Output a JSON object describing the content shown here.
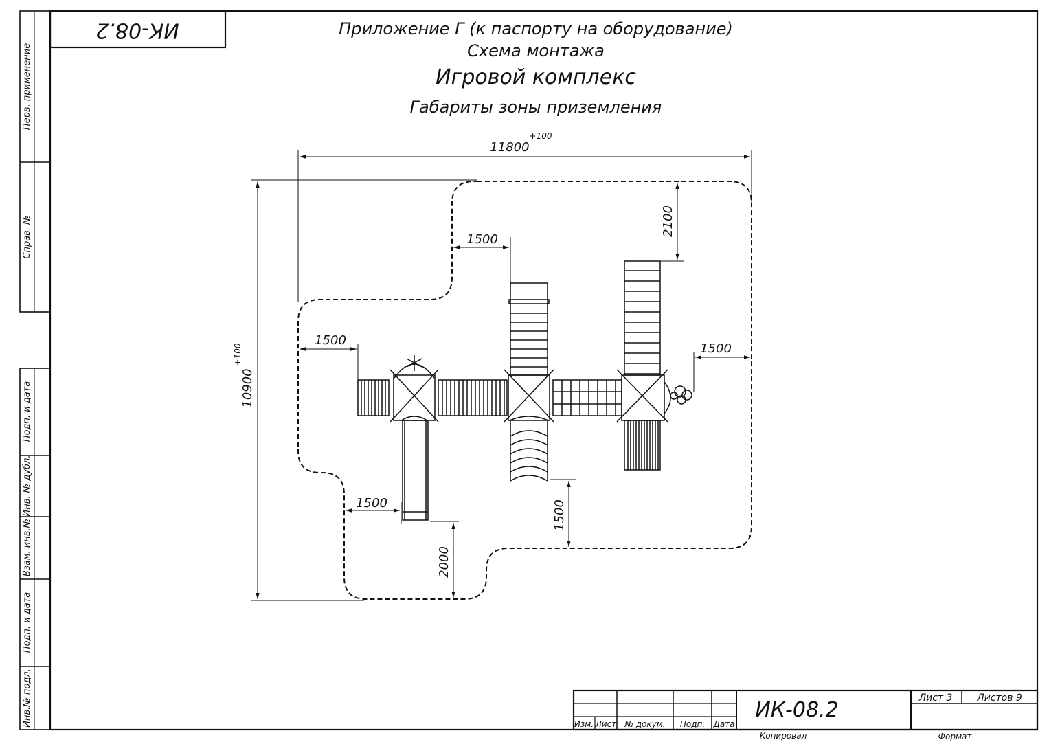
{
  "stamp": {
    "code_rotated": "ИК-08.2"
  },
  "title": {
    "line1": "Приложение Г (к паспорту на оборудование)",
    "line2": "Схема монтажа",
    "line3": "Игровой комплекс",
    "line4": "Габариты зоны приземления"
  },
  "dimensions": {
    "overall_width": "11800",
    "overall_width_tol": "+100",
    "overall_height": "10900",
    "overall_height_tol": "+100",
    "top_offset": "1500",
    "left_offset": "1500",
    "right_offset": "1500",
    "bottom_left_offset": "1500",
    "top_right_vertical": "2100",
    "bottom_center_vertical": "1500",
    "bottom_left_vertical": "2000"
  },
  "side_stamp": {
    "perv_primen": "Перв. применение",
    "sprav": "Справ. №",
    "podp_data_1": "Подп. и дата",
    "inv_dubl": "Инв. № дубл.",
    "vzam_inv": "Взам. инв.№",
    "podp_data_2": "Подп. и дата",
    "inv_podl": "Инв.№ подл."
  },
  "title_block": {
    "doc_code": "ИК-08.2",
    "izm": "Изм.",
    "list": "Лист",
    "n_dokum": "№ докум.",
    "podp": "Подп.",
    "data": "Дата",
    "sheet": "Лист 3",
    "sheets": "Листов 9",
    "kopiroval": "Копировал",
    "format": "Формат"
  }
}
